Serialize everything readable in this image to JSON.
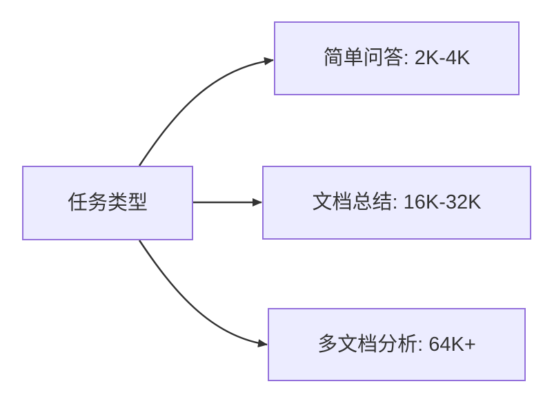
{
  "diagram": {
    "type": "flowchart-left-to-right",
    "nodes": {
      "root": {
        "label": "任务类型"
      },
      "simple_qa": {
        "label": "简单问答: 2K-4K"
      },
      "doc_summary": {
        "label": "文档总结: 16K-32K"
      },
      "multi_doc": {
        "label": "多文档分析: 64K+"
      }
    },
    "edges": [
      {
        "from": "root",
        "to": "simple_qa"
      },
      {
        "from": "root",
        "to": "doc_summary"
      },
      {
        "from": "root",
        "to": "multi_doc"
      }
    ]
  },
  "colors": {
    "node_fill": "#ECECFF",
    "node_border": "#9370DB",
    "edge_color": "#333333",
    "text_color": "#333333",
    "bg_color": "#FFFFFF"
  }
}
